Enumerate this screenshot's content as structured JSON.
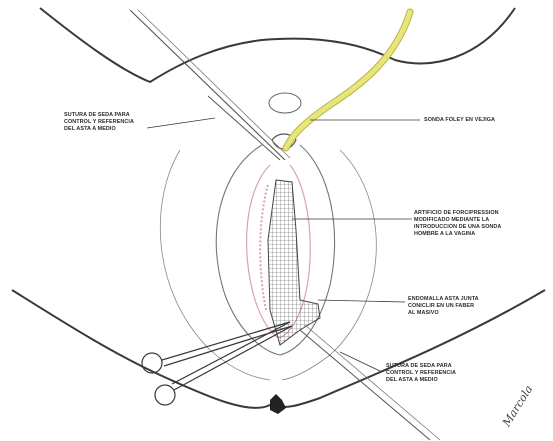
{
  "labels": {
    "suture_top": "SUTURA DE SEDA PARA\nCONTROL Y REFERENCIA\nDEL ASTA A MEDIO",
    "foley": "SONDA FOLEY EN VEJIGA",
    "device": "ARTIFICIO DE FORCIPRESSION\nMODIFICADO MEDIANTE LA\nINTRODUCCION DE UNA SONDA\nHOMBRE A LA VAGINA",
    "mesh": "ENDOMALLA ASTA JUNTA\nCONICLIR EN UN FABER\nAL MASIVO",
    "suture_bottom": "SUTURA DE SEDA PARA\nCONTROL Y REFERENCIA\nDEL ASTA A MEDIO"
  },
  "signature": "Marcola",
  "colors": {
    "outline": "#3a3a3a",
    "catheter": "#e8e67a",
    "catheter_edge": "#b8b446",
    "mesh": "#555555",
    "tissue": "#d9a3a8"
  }
}
